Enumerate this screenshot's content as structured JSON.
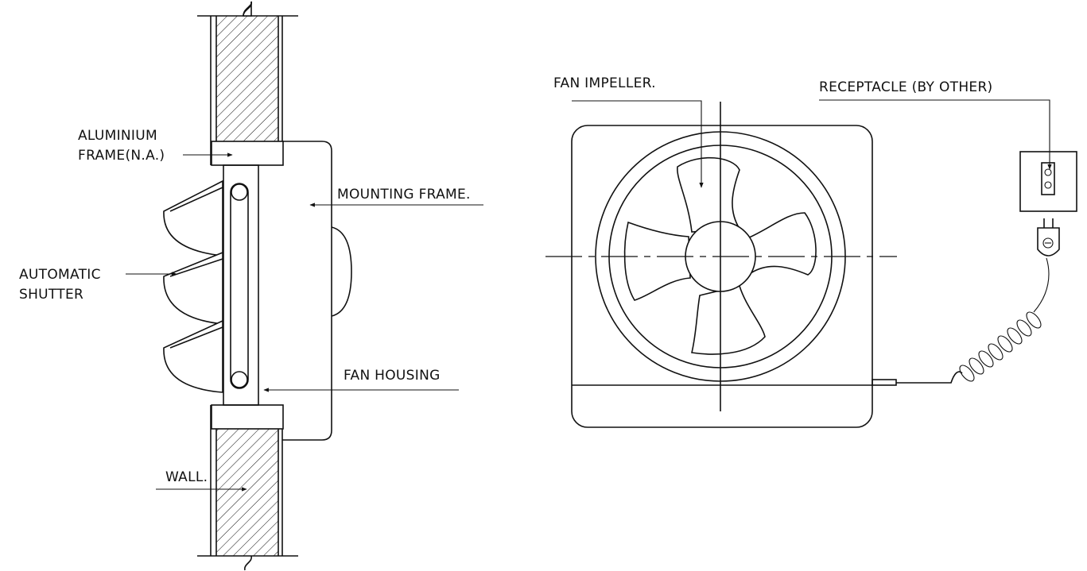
{
  "labels": {
    "aluminium_frame_line1": "ALUMINIUM",
    "aluminium_frame_line2": "FRAME(N.A.)",
    "mounting_frame": "MOUNTING FRAME.",
    "automatic_shutter_line1": "AUTOMATIC",
    "automatic_shutter_line2": "SHUTTER",
    "fan_housing": "FAN HOUSING",
    "wall": "WALL.",
    "fan_impeller": "FAN IMPELLER.",
    "receptacle": "RECEPTACLE (BY OTHER)"
  },
  "colors": {
    "line": "#111111",
    "background": "#ffffff"
  }
}
